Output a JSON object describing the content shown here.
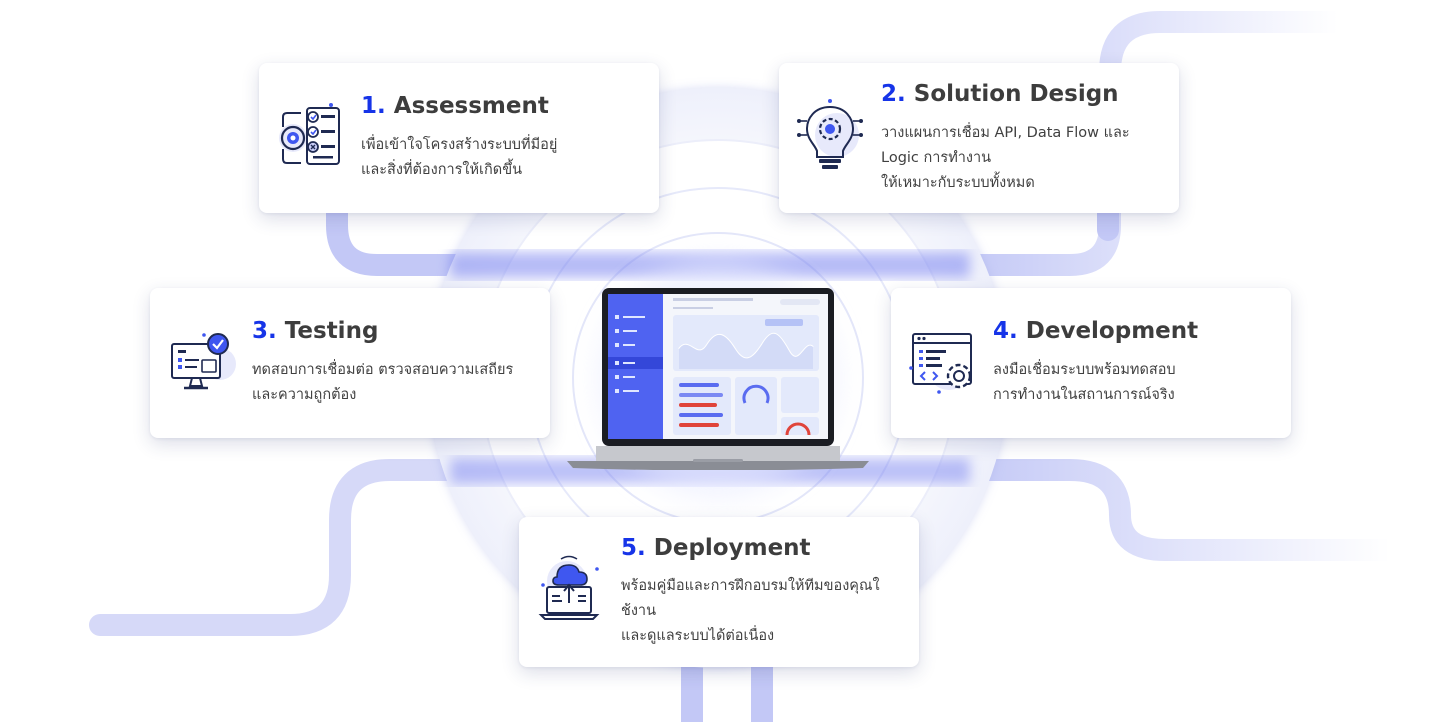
{
  "colors": {
    "accent": "#1634e8",
    "pipe": "#c3c8f6",
    "text": "#3d3d3d"
  },
  "steps": [
    {
      "number": "1.",
      "title": "Assessment",
      "icon": "flow-checklist-icon",
      "desc": [
        "เพื่อเข้าใจโครงสร้างระบบที่มีอยู่",
        "และสิ่งที่ต้องการให้เกิดขึ้น"
      ]
    },
    {
      "number": "2.",
      "title": "Solution Design",
      "icon": "lightbulb-gear-icon",
      "desc": [
        "วางแผนการเชื่อม API, Data Flow และ",
        "Logic การทำงาน",
        "ให้เหมาะกับระบบทั้งหมด"
      ]
    },
    {
      "number": "3.",
      "title": "Testing",
      "icon": "monitor-check-icon",
      "desc": [
        "ทดสอบการเชื่อมต่อ ตรวจสอบความเสถียร",
        "และความถูกต้อง"
      ]
    },
    {
      "number": "4.",
      "title": "Development",
      "icon": "code-window-gear-icon",
      "desc": [
        "ลงมือเชื่อมระบบพร้อมทดสอบ",
        "การทำงานในสถานการณ์จริง"
      ]
    },
    {
      "number": "5.",
      "title": "Deployment",
      "icon": "cloud-laptop-icon",
      "desc": [
        "พร้อมคู่มือและการฝึกอบรมให้ทีมของคุณใ",
        "ช้งาน",
        "และดูแลระบบได้ต่อเนื่อง"
      ]
    }
  ]
}
